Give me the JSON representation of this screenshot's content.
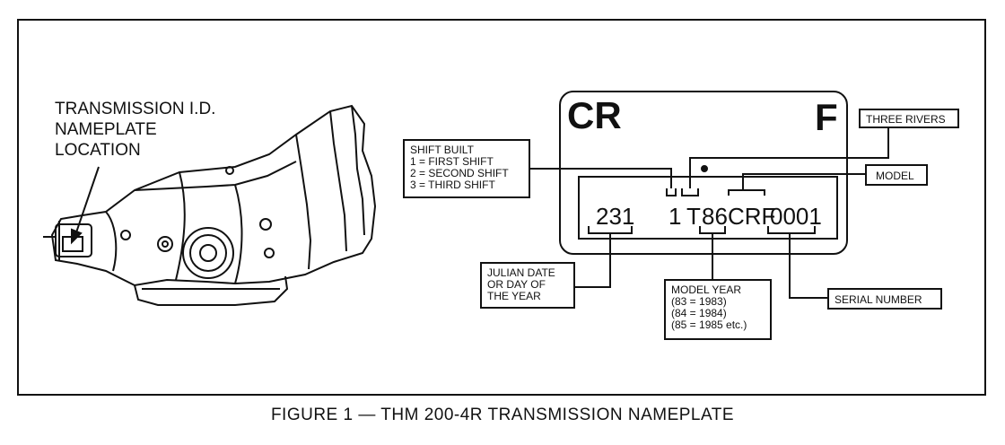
{
  "nameplate_location_label": [
    "TRANSMISSION I.D.",
    "NAMEPLATE",
    "LOCATION"
  ],
  "caption": "FIGURE 1 — THM 200-4R TRANSMISSION NAMEPLATE",
  "plate": {
    "top_left": "CR",
    "top_right": "F",
    "codes": {
      "julian_date": "231",
      "shift": "1",
      "transmission": "T",
      "model_year": "86",
      "model": "CRF",
      "serial": "0001"
    }
  },
  "callouts": {
    "shift_built": [
      "SHIFT BUILT",
      "1 = FIRST SHIFT",
      "2 = SECOND SHIFT",
      "3 = THIRD SHIFT"
    ],
    "three_rivers": "THREE RIVERS",
    "model": "MODEL",
    "julian_date": [
      "JULIAN DATE",
      "OR DAY OF",
      "THE YEAR"
    ],
    "model_year": [
      "MODEL YEAR",
      "(83 = 1983)",
      "(84 = 1984)",
      "(85 = 1985 etc.)"
    ],
    "serial_number": "SERIAL NUMBER"
  }
}
